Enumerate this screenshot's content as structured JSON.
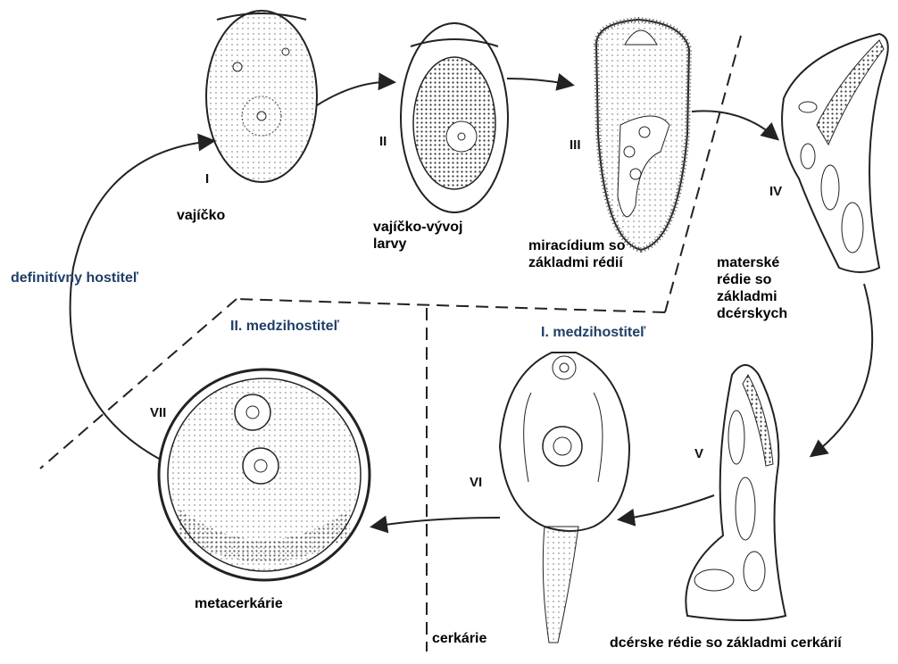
{
  "colors": {
    "host_label": "#1f3f66",
    "text": "#000000",
    "line": "#222222"
  },
  "stages": [
    {
      "numeral": "I",
      "label": "vajíčko"
    },
    {
      "numeral": "II",
      "label": "vajíčko-vývoj\nlarvy"
    },
    {
      "numeral": "III",
      "label": "miracídium so\nzákladmi rédií"
    },
    {
      "numeral": "IV",
      "label": "materské\nrédie so\nzákladmi\ndcérskych"
    },
    {
      "numeral": "V",
      "label": "dcérske rédie so základmi cerkárií"
    },
    {
      "numeral": "VI",
      "label": "cerkárie"
    },
    {
      "numeral": "VII",
      "label": "metacerkárie"
    }
  ],
  "hosts": {
    "definitive": "definitívny hostiteľ",
    "intermediate_1": "I. medzihostiteľ",
    "intermediate_2": "II. medzihostiteľ"
  }
}
